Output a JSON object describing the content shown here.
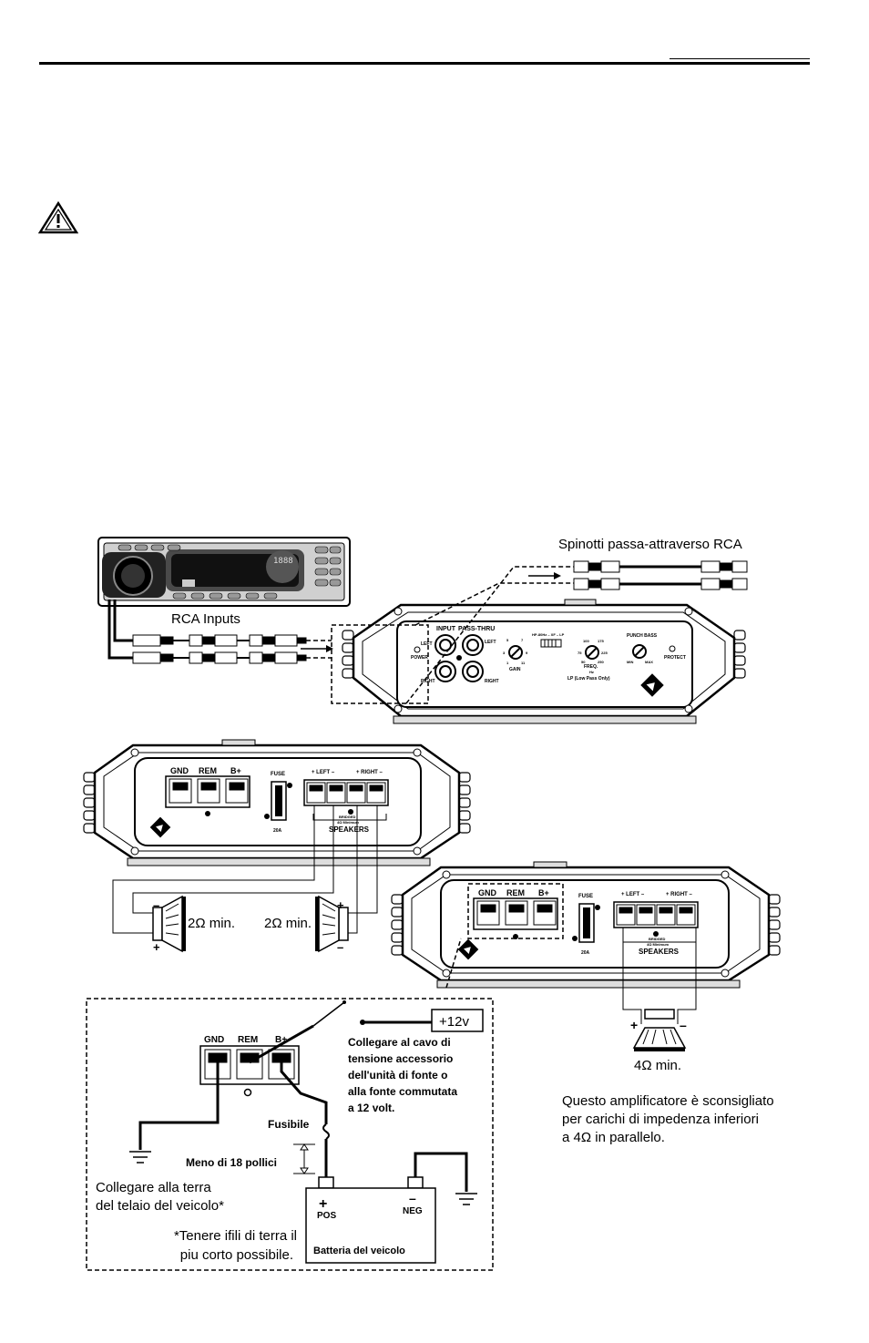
{
  "labels": {
    "passthru_title": "Spinotti passa-attraverso RCA",
    "rca_inputs": "RCA Inputs",
    "two_ohm_left": "2Ω min.",
    "two_ohm_right": "2Ω min.",
    "four_ohm": "4Ω min.",
    "impedance_note": [
      "Questo amplificatore è sconsigliato",
      "per carichi di impedenza inferiori",
      "a 4Ω  in parallelo."
    ],
    "plus12v": "+12v",
    "connect_accessory": [
      "Collegare al cavo di",
      "tensione accessorio",
      "dell'unità di fonte o",
      "alla fonte commutata",
      "a 12 volt."
    ],
    "fuse_label": "Fusibile",
    "less_than": "Meno di 18 pollici",
    "ground_note": [
      "Collegare alla terra",
      "del telaio del veicolo*"
    ],
    "ground_short": [
      "*Tenere ifili di terra il",
      "piu corto possibile."
    ],
    "battery": "Batteria del veicolo",
    "pos": "POS",
    "neg": "NEG",
    "plus_sign": "+",
    "minus_sign": "–"
  },
  "amp_panel": {
    "input": "INPUT",
    "pass_thru": "PASS-THRU",
    "left": "LEFT",
    "right": "RIGHT",
    "power": "POWER",
    "gain": "GAIN",
    "hp_xo": "HP-80Hz – XF – LP",
    "freq": "FREQ.",
    "hz": "Hz",
    "lp_note": "LP (Low Pass Only)",
    "punch_bass": "PUNCH BASS",
    "min": "MIN",
    "max": "MAX",
    "protect": "PROTECT",
    "gain_scale": [
      "3",
      "5",
      "7",
      "9",
      "1",
      "11"
    ],
    "freq_scale": [
      "100",
      "175",
      "75",
      "225",
      "50",
      "250"
    ]
  },
  "terminals": {
    "gnd": "GND",
    "rem": "REM",
    "bplus": "B+",
    "fuse": "FUSE",
    "fuse_rating": "20A",
    "left": "+  LEFT  –",
    "right": "+  RIGHT  –",
    "bridged": "BRIDGED",
    "bridged_min": "4Ω Minimum",
    "speakers": "SPEAKERS"
  },
  "head_unit": {
    "display": "1888"
  }
}
